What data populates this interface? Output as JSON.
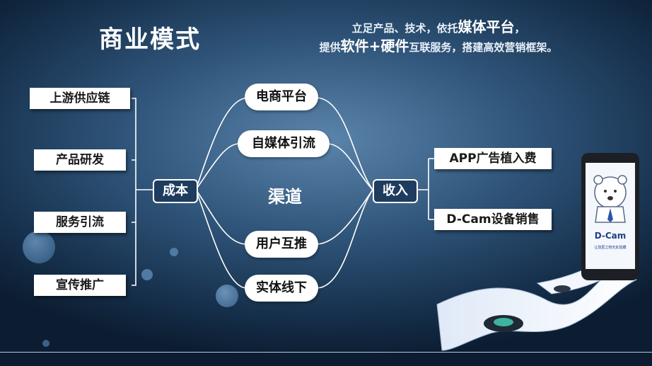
{
  "title": "商业模式",
  "slogan": {
    "line1_a": "立足产品、技术，依托",
    "line1_b": "媒体平台",
    "line1_c": "，",
    "line2_a": "提供",
    "line2_b": "软件+硬件",
    "line2_c": "互联服务，搭建高效营销框架。"
  },
  "cost": {
    "label": "成本",
    "items": [
      "上游供应链",
      "产品研发",
      "服务引流",
      "宣传推广"
    ]
  },
  "channels": {
    "label": "渠道",
    "items": [
      "电商平台",
      "自媒体引流",
      "用户互推",
      "实体线下"
    ]
  },
  "income": {
    "label": "收入",
    "items": [
      "APP广告植入费",
      "D-Cam设备销售"
    ]
  },
  "phone": {
    "brand": "D-Cam",
    "tagline": "让隐匿之物无处隐藏"
  },
  "colors": {
    "node_fill": "#1e3c5e",
    "box_fill": "#ffffff",
    "line": "#ffffff"
  }
}
